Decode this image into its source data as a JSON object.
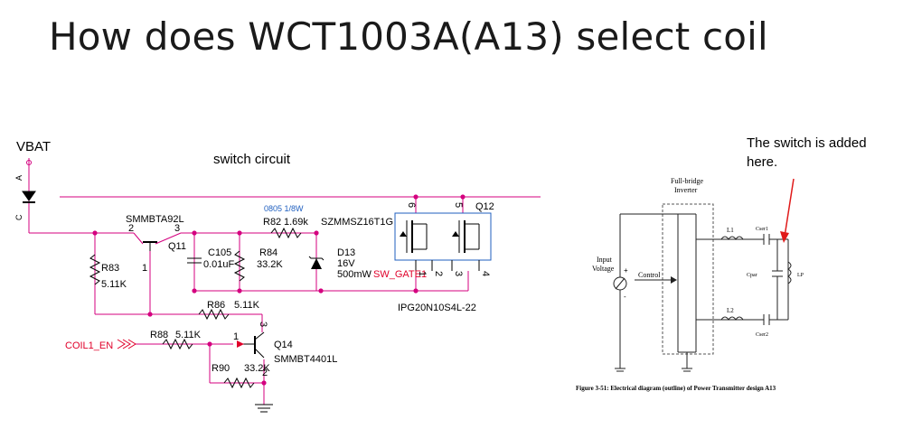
{
  "title": "How does WCT1003A(A13) select coil",
  "vbat_label": "VBAT",
  "switch_circuit_label": "switch circuit",
  "annotation": "The switch is added here.",
  "schematic": {
    "anode": "A",
    "cathode": "C",
    "q11_part": "SMMBTA92L",
    "q11_pin2": "2",
    "q11_pin3": "3",
    "q11_name": "Q11",
    "q11_pin1": "1",
    "r83_name": "R83",
    "r83_value": "5.11K",
    "c105_name": "C105",
    "c105_value": "0.01uF",
    "r84_name": "R84",
    "r84_value": "33.2K",
    "r82_pkg": "0805 1/8W",
    "r82_name": "R82",
    "r82_value": "1.69k",
    "zener_part": "SZMMSZ16T1G",
    "d13_name": "D13",
    "d13_voltage": "16V",
    "d13_power": "500mW",
    "sw_gate": "SW_GATE1",
    "q12_name": "Q12",
    "q12_pin6": "6",
    "q12_pin5": "5",
    "q12_pin1": "1",
    "q12_pin2": "2",
    "q12_pin3": "3",
    "q12_pin4": "4",
    "q12_part": "IPG20N10S4L-22",
    "r86_name": "R86",
    "r86_value": "5.11K",
    "coil_en": "COIL1_EN",
    "r88_name": "R88",
    "r88_value": "5.11K",
    "q14_name": "Q14",
    "q14_part": "SMMBT4401L",
    "q14_pin1": "1",
    "q14_pin2": "2",
    "q14_pin3": "3",
    "r90_name": "R90",
    "r90_value": "33.2K"
  },
  "tx_diagram": {
    "inverter_label_1": "Full-bridge",
    "inverter_label_2": "Inverter",
    "input_label_1": "Input",
    "input_label_2": "Voltage",
    "plus": "+",
    "minus": "-",
    "control_label": "Control",
    "l1": "L1",
    "l2": "L2",
    "cser1": "Cser1",
    "cser2": "Cser2",
    "cpar": "Cpar",
    "lp": "LP",
    "caption": "Figure 3-51: Electrical diagram (outline) of Power Transmitter design A13"
  },
  "colors": {
    "wire": "#000000",
    "magenta": "#d4007f",
    "red": "#e0002a",
    "blue": "#1f5fbf",
    "arrow": "#e01a1a"
  }
}
